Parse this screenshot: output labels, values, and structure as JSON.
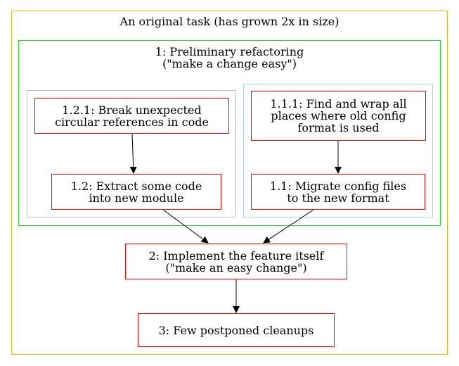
{
  "outer_cluster": {
    "title": "An original task (has grown 2x in size)",
    "border_color": "#f0b418"
  },
  "cluster_1": {
    "title_line1": "1: Preliminary refactoring",
    "title_line2": "(\"make a change easy\")",
    "border_color": "#22dd22"
  },
  "cluster_1_2": {
    "border_color": "#c0c0c0"
  },
  "cluster_1_1": {
    "border_color": "#a8d4e6"
  },
  "nodes": {
    "n121": "1.2.1: Break unexpected\ncircular references in code",
    "n12": "1.2: Extract some code\ninto new module",
    "n111": "1.1.1: Find and wrap all\nplaces where old config\nformat is used",
    "n11": "1.1: Migrate config files\nto the new format",
    "n2": "2: Implement the feature itself\n(\"make an easy change\")",
    "n3": "3: Few postponed cleanups"
  },
  "colors": {
    "node_border": "#ff0000",
    "edge": "#000000"
  }
}
